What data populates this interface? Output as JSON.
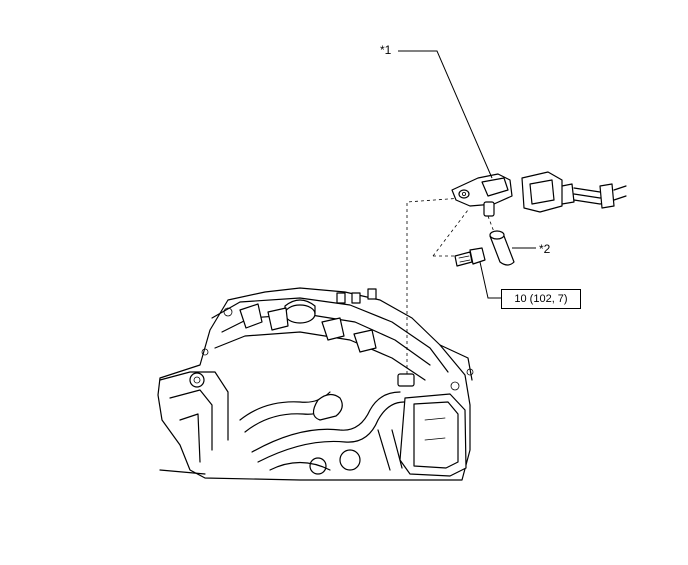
{
  "callouts": {
    "sensor": "*1",
    "o_ring": "*2"
  },
  "torque_spec": "10 (102, 7)"
}
